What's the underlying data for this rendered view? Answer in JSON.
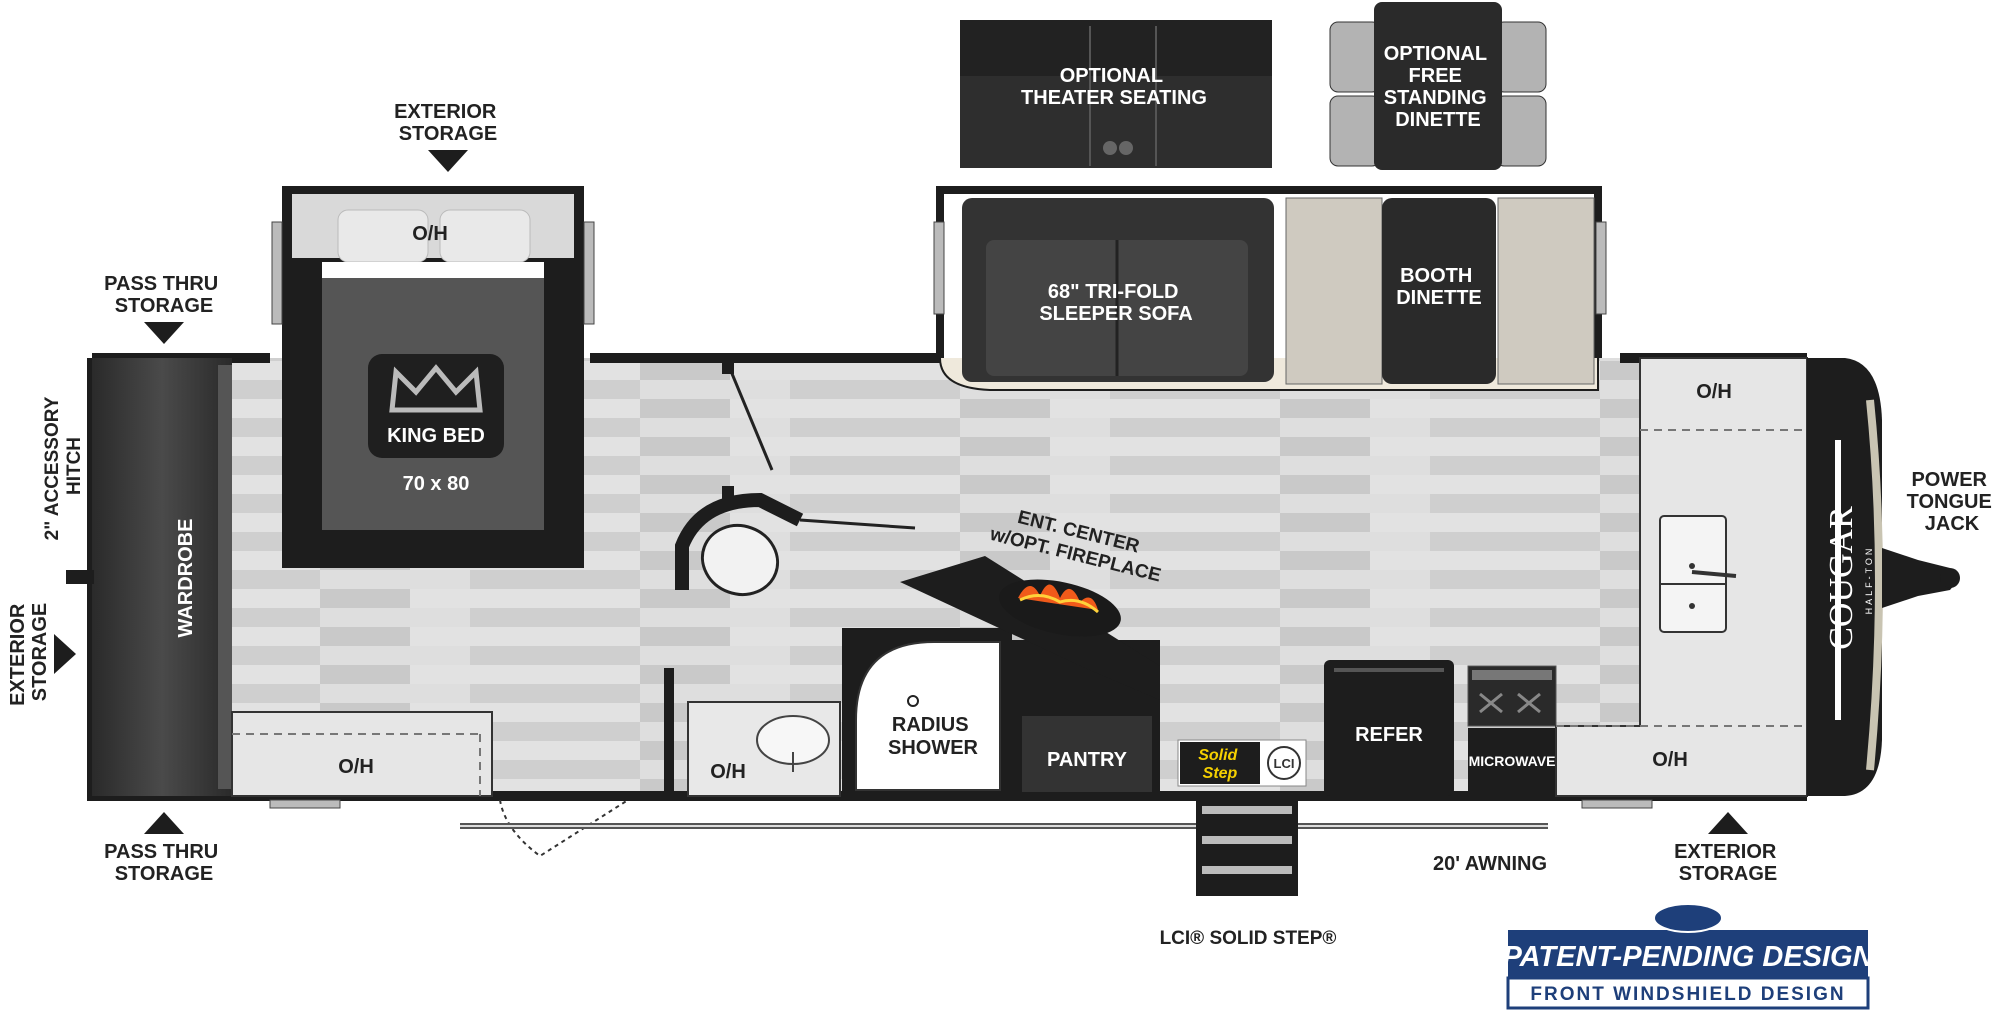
{
  "labels": {
    "exterior_storage_top": [
      "EXTERIOR",
      "STORAGE"
    ],
    "pass_thru_storage_top": [
      "PASS THRU",
      "STORAGE"
    ],
    "pass_thru_storage_bottom": [
      "PASS THRU",
      "STORAGE"
    ],
    "exterior_storage_left": [
      "EXTERIOR",
      "STORAGE"
    ],
    "accessory_hitch": [
      "2\" ACCESSORY",
      "HITCH"
    ],
    "wardrobe": "WARDROBE",
    "bed_oh": "O/H",
    "king_bed": "KING BED",
    "bed_size": "70 x 80",
    "rear_oh": "O/H",
    "bath_oh": "O/H",
    "radius_shower": [
      "RADIUS",
      "SHOWER"
    ],
    "pantry": "PANTRY",
    "ent_center": [
      "ENT. CENTER",
      "w/OPT. FIREPLACE"
    ],
    "theater_seating": [
      "OPTIONAL",
      "THEATER SEATING"
    ],
    "free_standing_dinette": [
      "OPTIONAL",
      "FREE",
      "STANDING",
      "DINETTE"
    ],
    "sleeper_sofa": [
      "68\" TRI-FOLD",
      "SLEEPER SOFA"
    ],
    "booth_dinette": [
      "BOOTH",
      "DINETTE"
    ],
    "refer": "REFER",
    "microwave": "MICROWAVE",
    "kitchen_oh_top": "O/H",
    "kitchen_oh_bottom": "O/H",
    "power_tongue_jack": [
      "POWER",
      "TONGUE",
      "JACK"
    ],
    "exterior_storage_front": [
      "EXTERIOR",
      "STORAGE"
    ],
    "awning": "20' AWNING",
    "solid_step": "LCI® SOLID STEP®",
    "solid_step_badge": [
      "Solid",
      "Step"
    ],
    "lci_badge": "LCI",
    "brand": "COUGAR",
    "brand_sub": "HALF-TON",
    "patent_pending": "PATENT-PENDING DESIGN",
    "front_windshield": "FRONT WINDSHIELD DESIGN"
  },
  "colors": {
    "wall": "#1d1d1d",
    "floor": "#d9d9d9",
    "dark_fixture": "#333333",
    "counter": "#e3e3e3",
    "badge_blue": "#1e3f7a",
    "flame": "#f05a1a"
  }
}
